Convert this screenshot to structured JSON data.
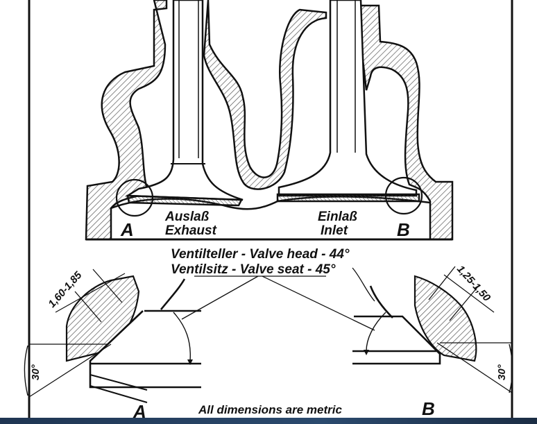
{
  "labels": {
    "exhaust_de": "Auslaß",
    "exhaust_en": "Exhaust",
    "inlet_de": "Einlaß",
    "inlet_en": "Inlet",
    "detail_a": "A",
    "detail_b": "B",
    "valve_head": "Ventilteller - Valve head - 44°",
    "valve_seat": "Ventilsitz   - Valve seat  - 45°",
    "dim_exhaust_width": "1,60-1,85",
    "dim_inlet_width": "1,25-1,50",
    "angle_exhaust": "30°",
    "angle_inlet": "30°",
    "footer": "All dimensions are metric"
  },
  "colors": {
    "ink": "#111111",
    "hatch": "#555555",
    "paper": "#ffffff",
    "strip": "#2b4a6e"
  }
}
